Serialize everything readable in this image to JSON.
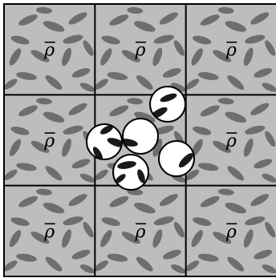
{
  "diagram": {
    "grid_rows": 3,
    "grid_cols": 3,
    "cell_label": "ρ",
    "cell_label_has_bar": true,
    "colors": {
      "background": "#bdbdbd",
      "grain": "#6e6e6e",
      "grid_line": "#000000",
      "circle_fill": "#ffffff",
      "circle_stroke": "#000000",
      "circle_inclusion": "#1a1a1a"
    }
  }
}
